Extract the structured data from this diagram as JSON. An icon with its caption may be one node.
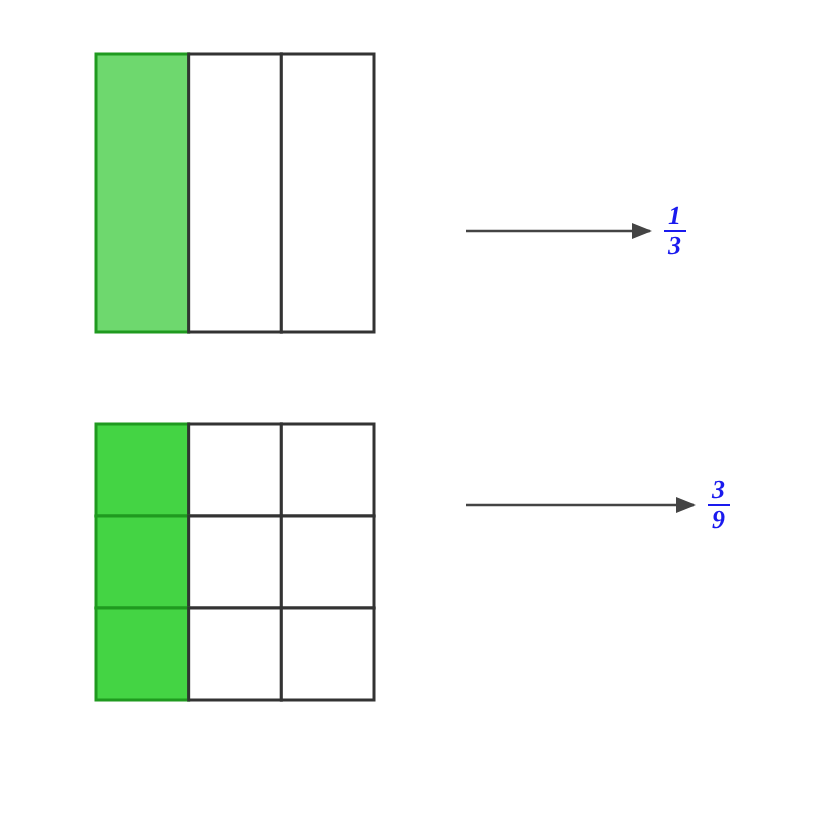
{
  "diagram": {
    "nodes": [
      {
        "text": [],
        "shape": "grid"
      },
      {
        "text": [
          "1",
          "3"
        ]
      },
      {
        "text": [],
        "shape": "grid"
      },
      {
        "text": [
          "3",
          "9"
        ]
      }
    ],
    "edges": [
      {
        "from": 0,
        "to": 1,
        "arrow": "to"
      },
      {
        "from": 2,
        "to": 3,
        "arrow": "to"
      }
    ]
  }
}
